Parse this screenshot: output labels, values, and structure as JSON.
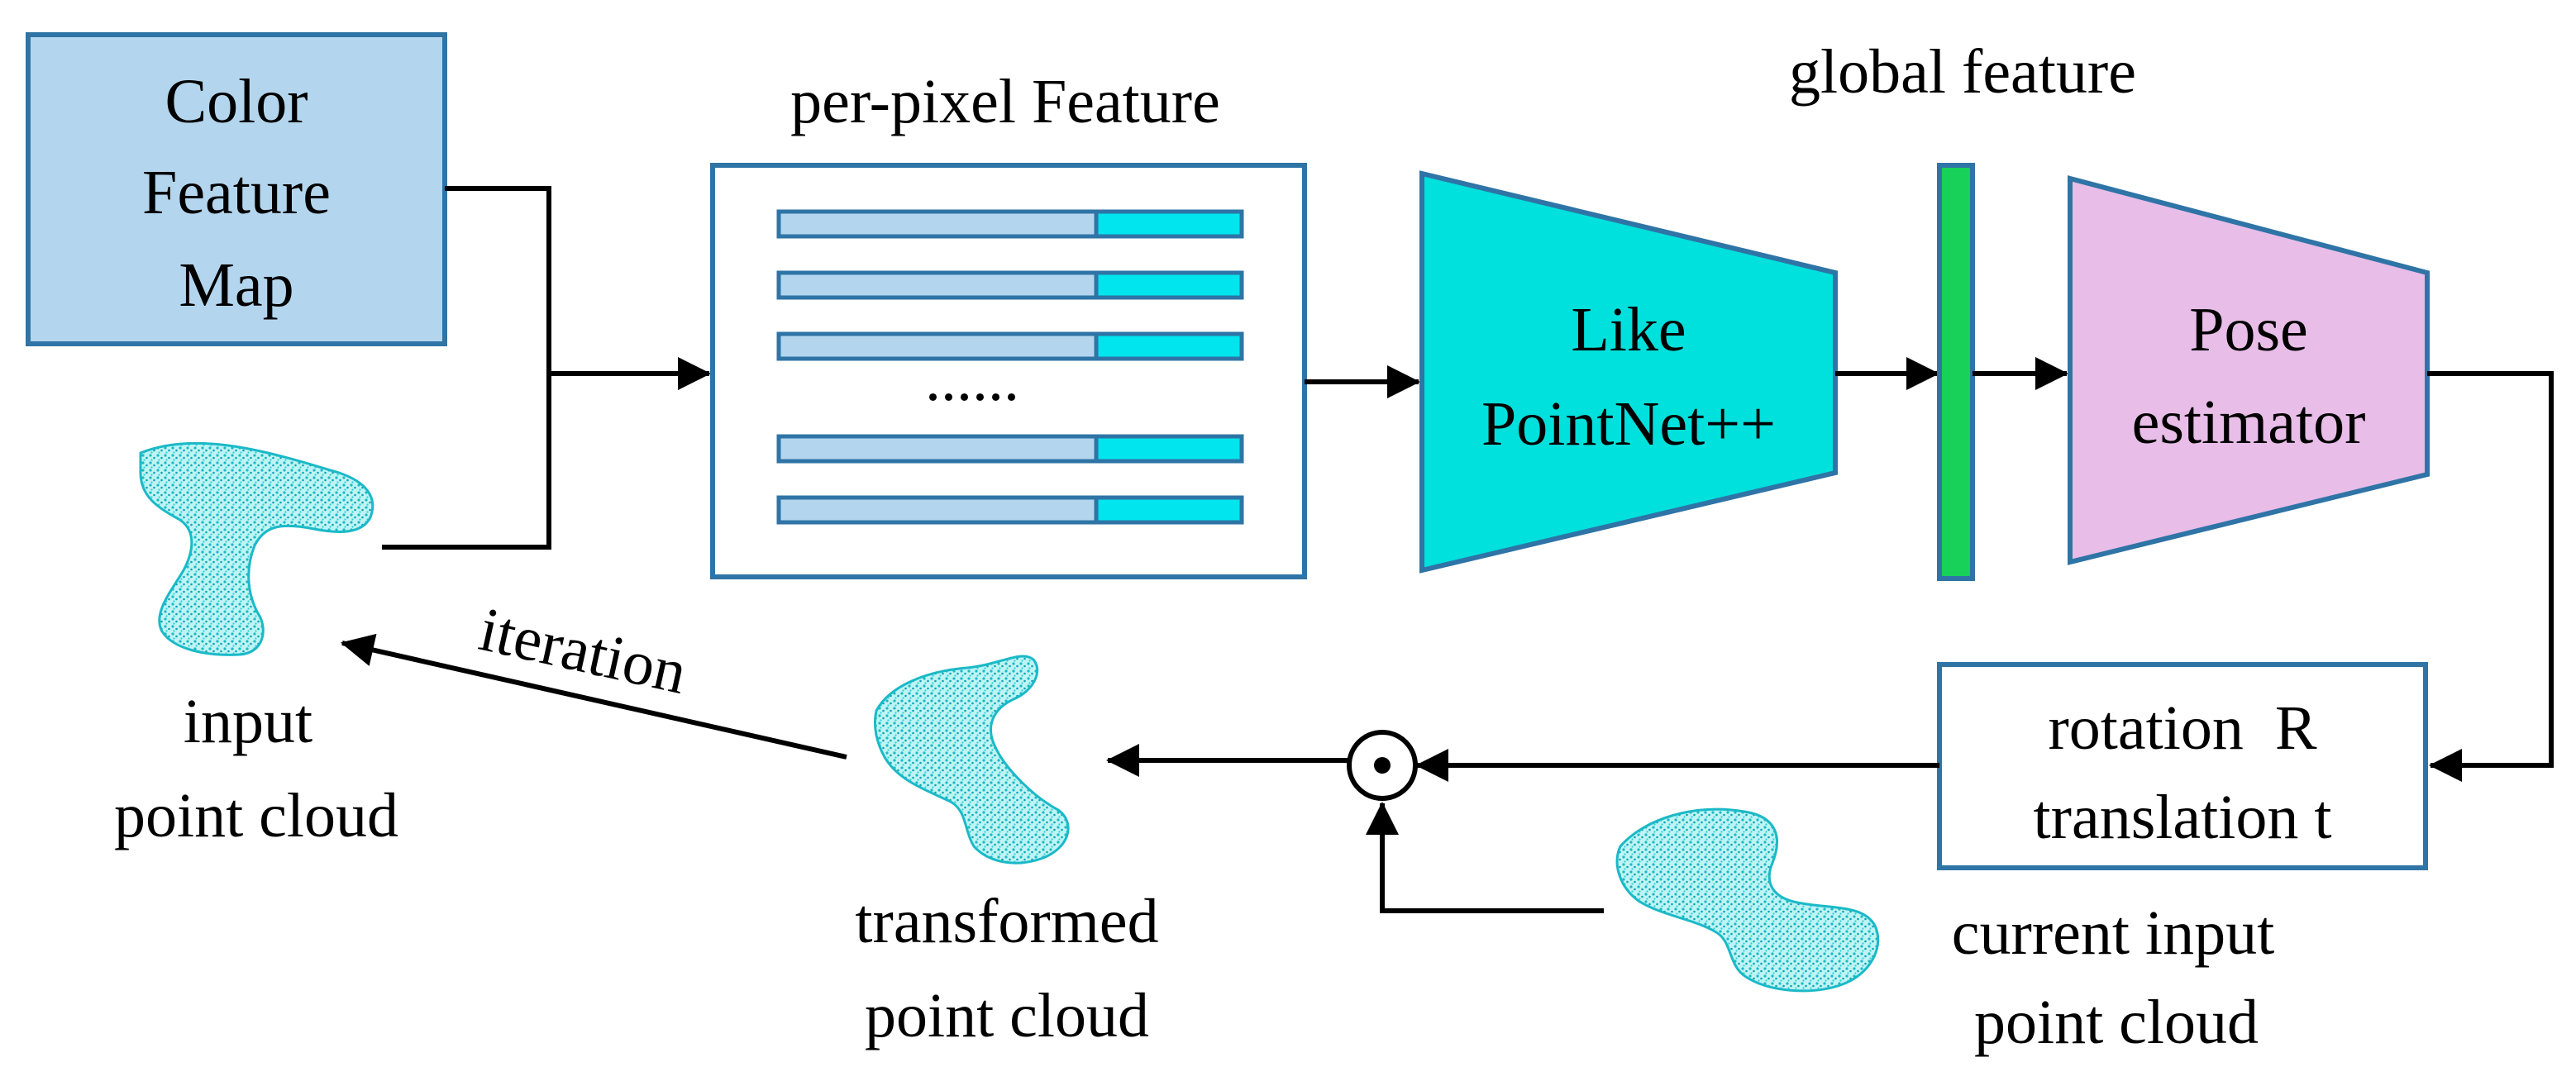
{
  "colors": {
    "color_map_fill": "#b3d6ee",
    "box_border": "#2f74a6",
    "bar_light": "#b3d6ee",
    "bar_cyan": "#00e5ee",
    "pointnet_fill": "#00e0dc",
    "global_feature_fill": "#17d158",
    "pose_fill": "#e8bde8",
    "cloud_dots": "#1bb9c7",
    "arrow": "#000000"
  },
  "color_feature_map": {
    "lines": [
      "Color",
      "Feature",
      "Map"
    ]
  },
  "per_pixel": {
    "title": "per-pixel Feature",
    "ellipsis": "......"
  },
  "pointnet": {
    "lines": [
      "Like",
      "PointNet++"
    ]
  },
  "global_feature": {
    "title": "global feature"
  },
  "pose_estimator": {
    "lines": [
      "Pose",
      "estimator"
    ]
  },
  "rotation_box": {
    "lines": [
      "rotation  R",
      "translation t"
    ]
  },
  "input_cloud": {
    "lines": [
      "input",
      "point cloud"
    ]
  },
  "transformed_cloud": {
    "lines": [
      "transformed",
      "point cloud"
    ]
  },
  "current_cloud": {
    "lines": [
      "current input",
      "point cloud"
    ]
  },
  "iteration": {
    "label": "iteration"
  },
  "operator": {
    "symbol": "⊙",
    "icon": "circle-dot-icon"
  }
}
